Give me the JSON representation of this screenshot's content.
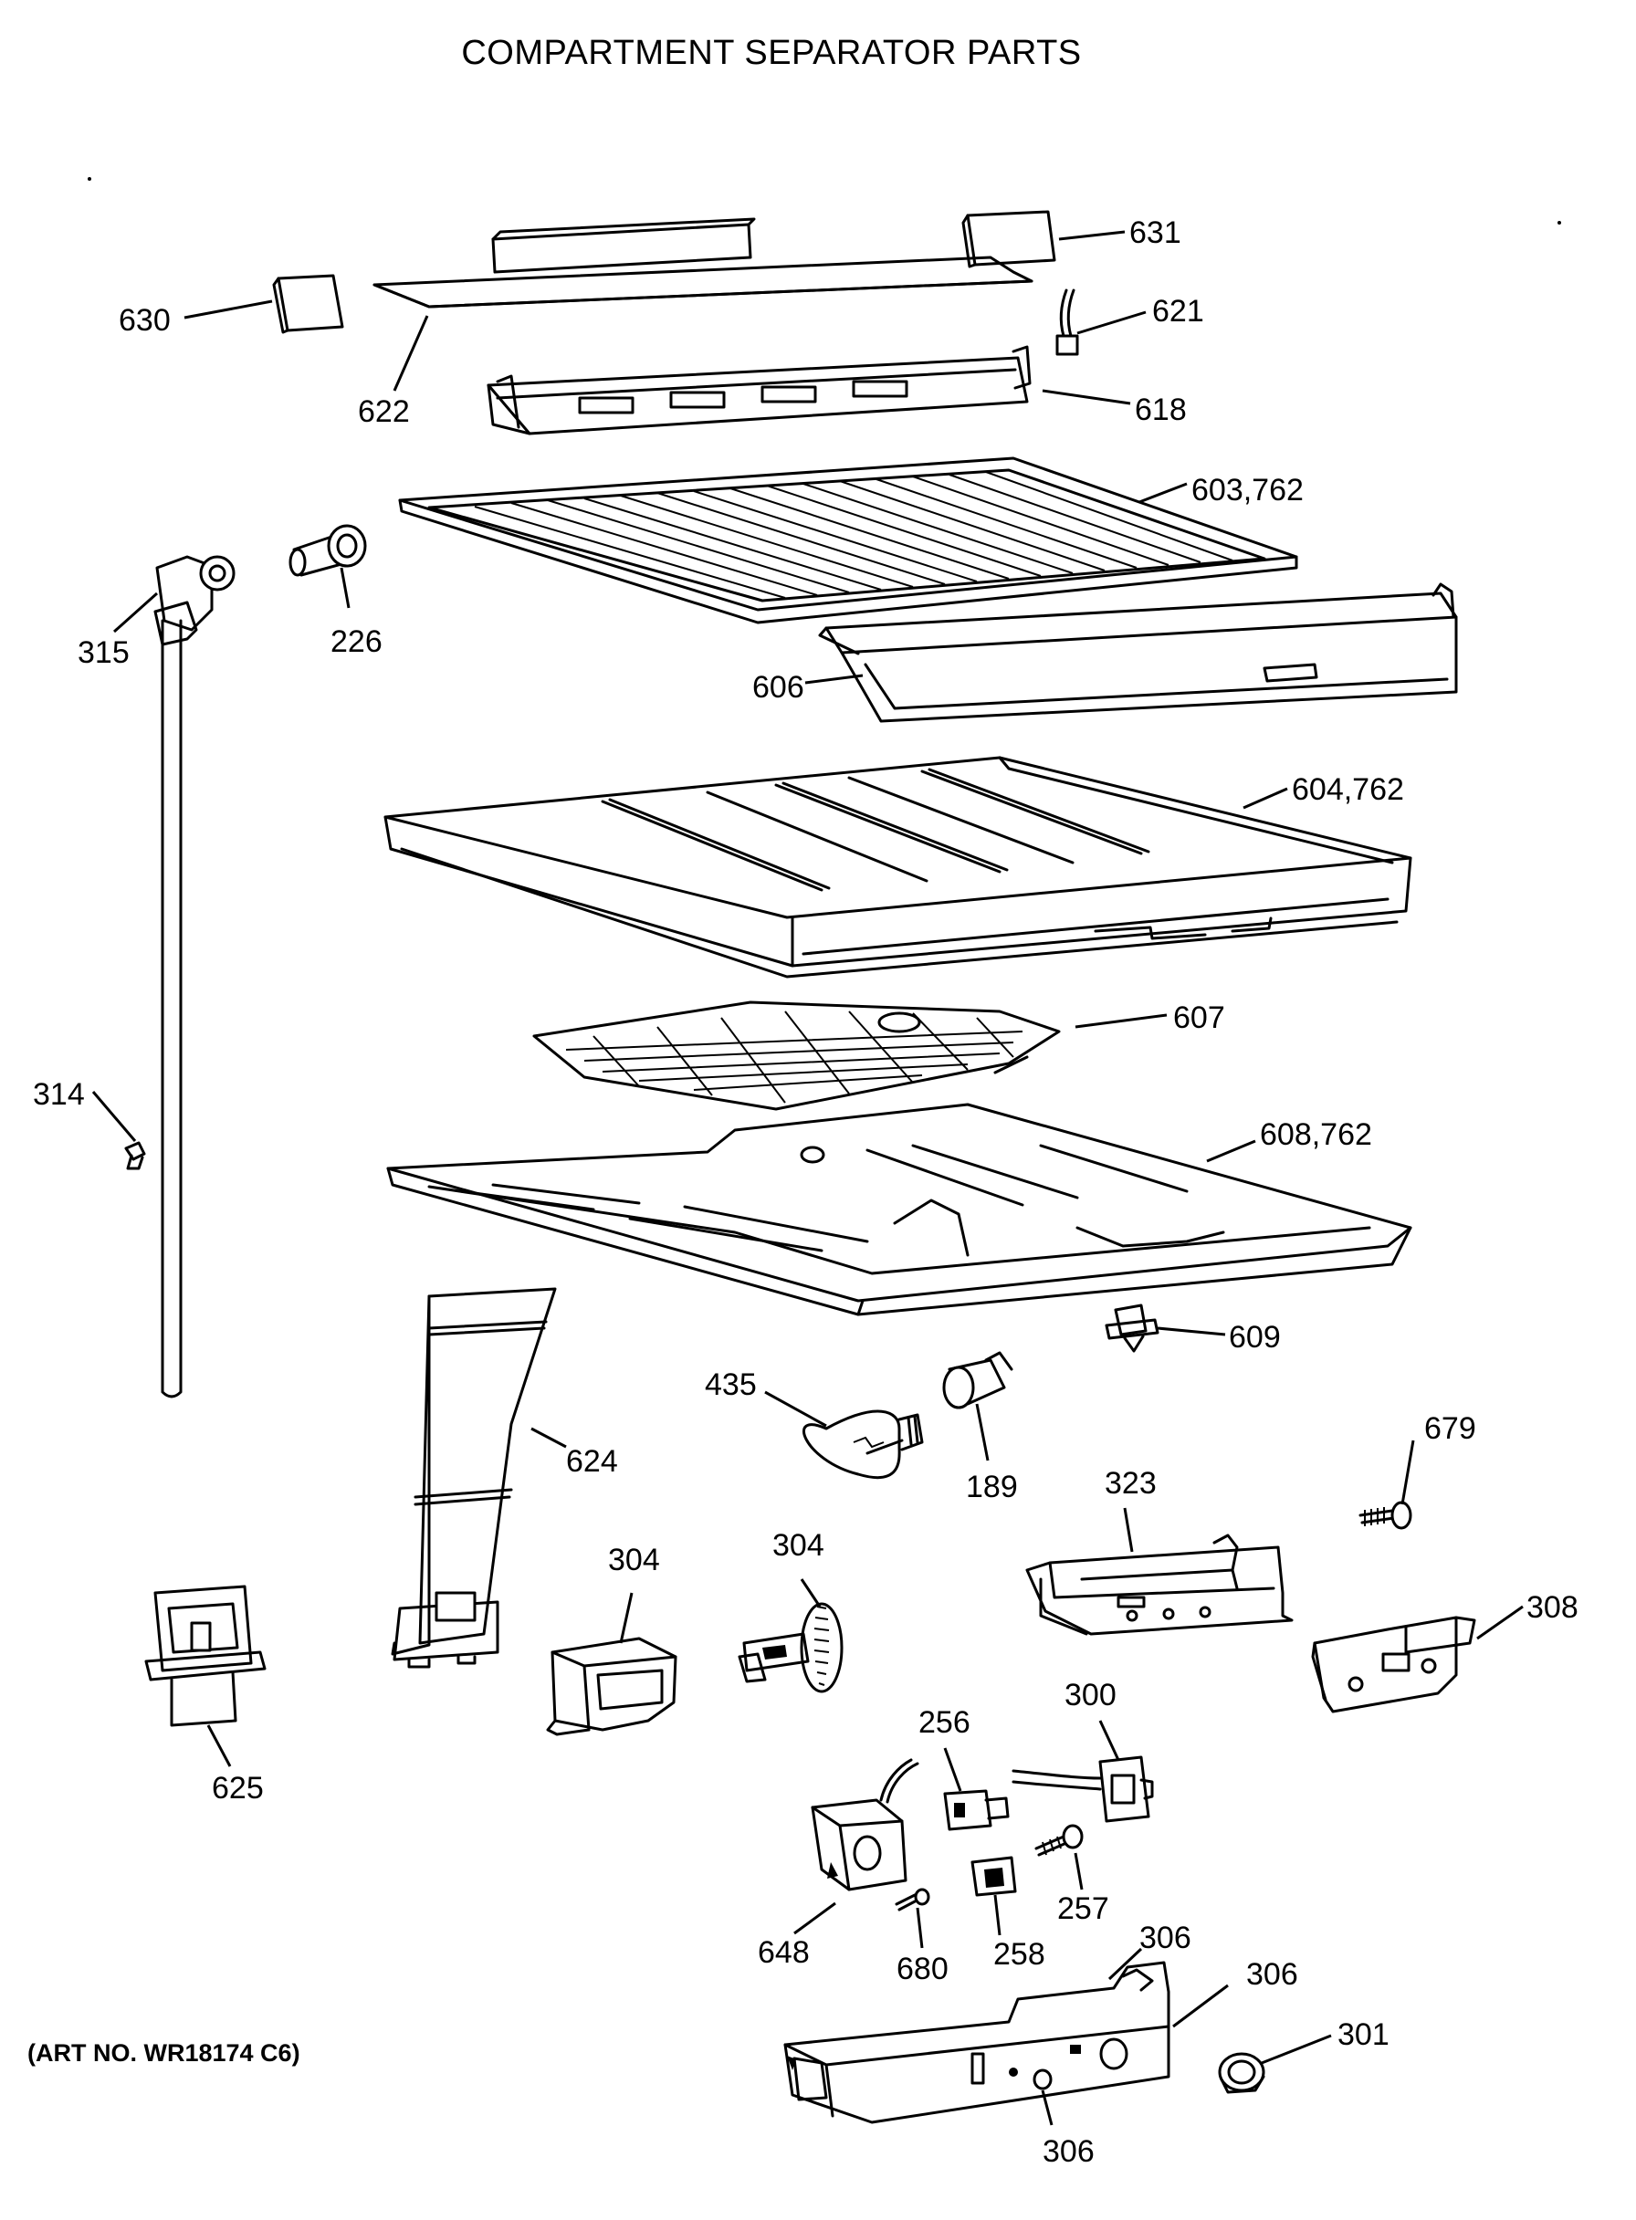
{
  "title": "COMPARTMENT SEPARATOR PARTS",
  "art_number": "(ART NO. WR18174 C6)",
  "callouts": {
    "c631": "631",
    "c630": "630",
    "c621": "621",
    "c622": "622",
    "c618": "618",
    "c603": "603,762",
    "c315": "315",
    "c226": "226",
    "c606": "606",
    "c604": "604,762",
    "c607": "607",
    "c314": "314",
    "c608": "608,762",
    "c609": "609",
    "c435": "435",
    "c624": "624",
    "c189": "189",
    "c679": "679",
    "c323": "323",
    "c304a": "304",
    "c304b": "304",
    "c308": "308",
    "c625": "625",
    "c300": "300",
    "c256": "256",
    "c257": "257",
    "c648": "648",
    "c258": "258",
    "c680": "680",
    "c306a": "306",
    "c306b": "306",
    "c306c": "306",
    "c301": "301"
  }
}
